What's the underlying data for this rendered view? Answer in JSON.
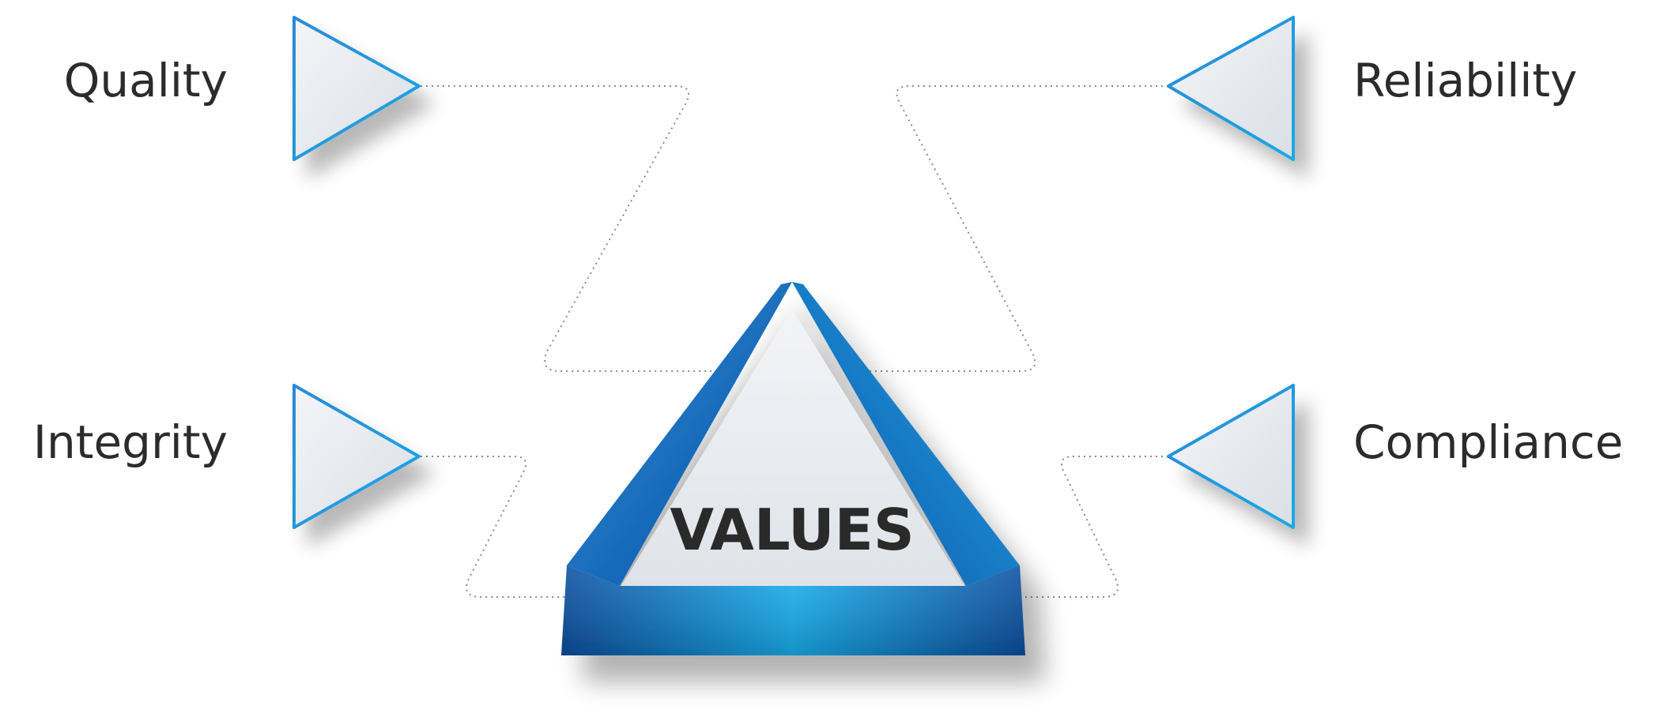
{
  "diagram": {
    "center_label": "VALUES",
    "items": [
      {
        "label": "Quality"
      },
      {
        "label": "Reliability"
      },
      {
        "label": "Integrity"
      },
      {
        "label": "Compliance"
      }
    ]
  },
  "colors": {
    "accent_dark": "#0a52a8",
    "accent_light": "#1aa8e6",
    "triangle_fill": "#e6e9ee",
    "text": "#2b2b2b"
  }
}
